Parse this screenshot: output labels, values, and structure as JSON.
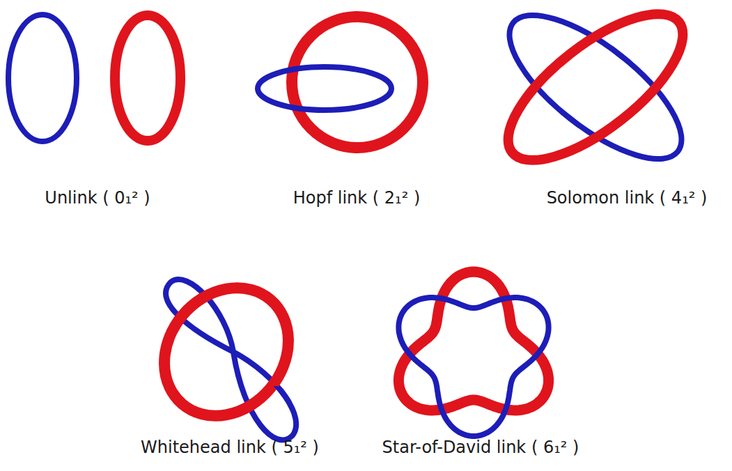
{
  "diagram": {
    "labels": [
      "Unlink ( 0₁² )",
      "Hopf link ( 2₁² )",
      "Solomon link ( 4₁² )",
      "Whitehead link ( 5₁² )",
      "Star-of-David link ( 6₁² )"
    ]
  }
}
